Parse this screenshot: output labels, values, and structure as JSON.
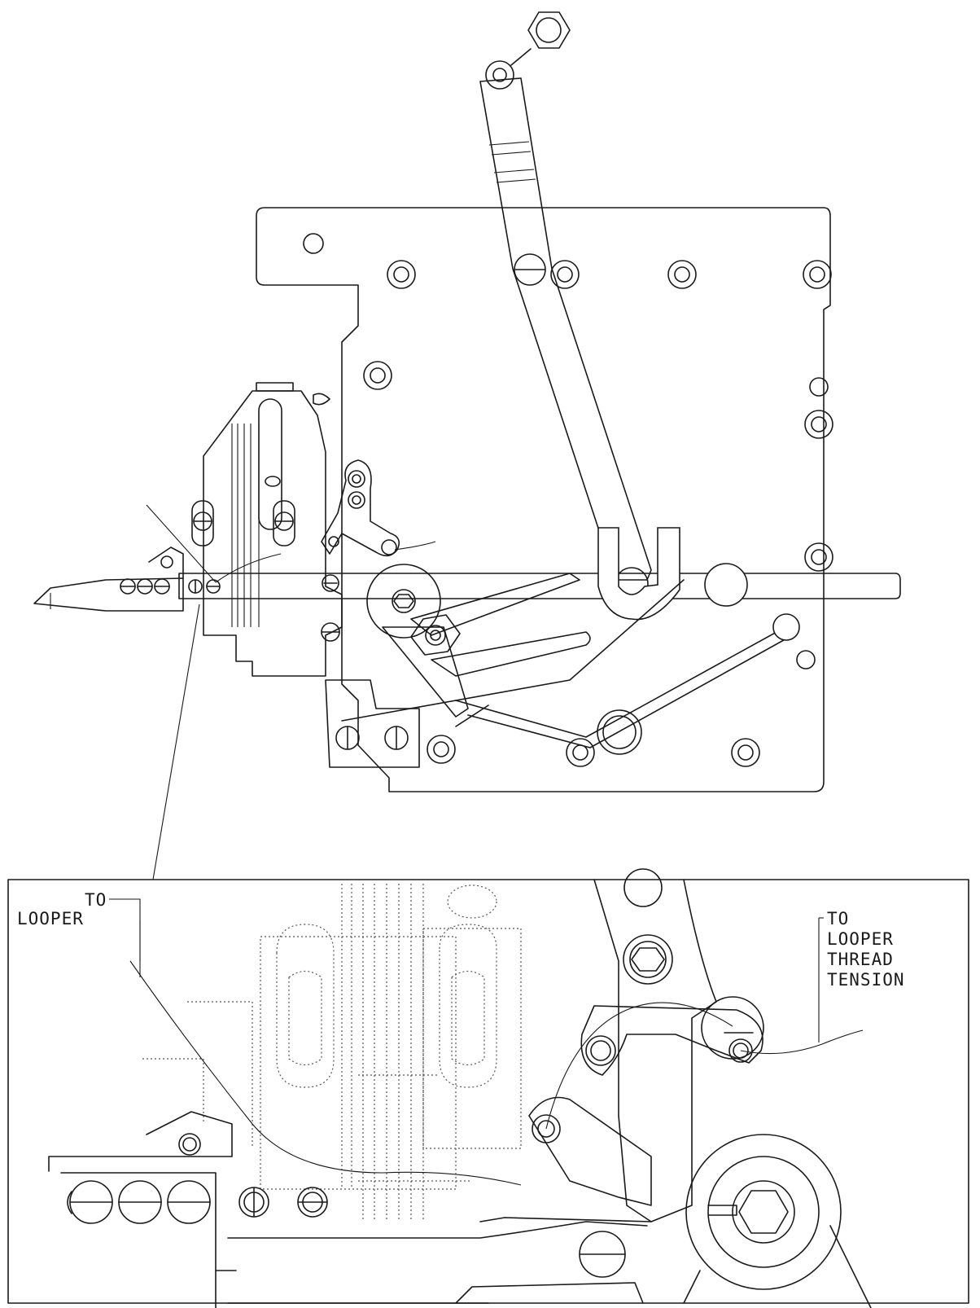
{
  "labels": {
    "to_looper": [
      "TO",
      "LOOPER"
    ],
    "to_looper_thread_tension": [
      "TO",
      "LOOPER",
      "THREAD",
      "TENSION"
    ]
  }
}
